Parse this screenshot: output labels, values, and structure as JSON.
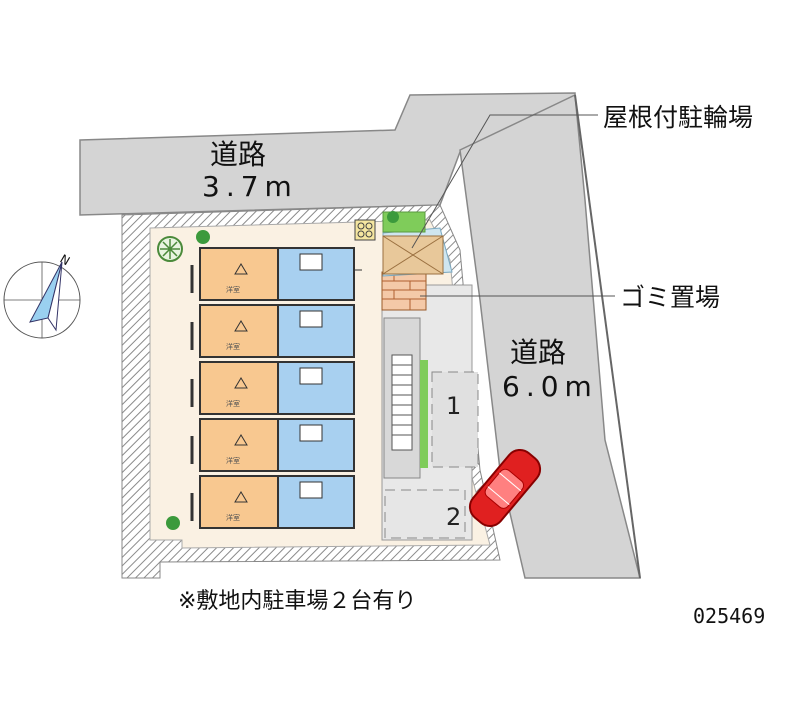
{
  "roads": {
    "north": {
      "name": "道路",
      "width": "3.7m"
    },
    "east": {
      "name": "道路",
      "width": "6.0m"
    }
  },
  "callouts": {
    "bicycle_parking": "屋根付駐輪場",
    "garbage_area": "ゴミ置場"
  },
  "parking": {
    "slot_1": "1",
    "slot_2": "2"
  },
  "note": "※敷地内駐車場２台有り",
  "property_code": "025469",
  "compass": {
    "north_label": "N"
  },
  "building": {
    "units_per_floor": 5,
    "unit_label": "洋室"
  },
  "colors": {
    "road": "#d4d4d4",
    "site": "#faf1e3",
    "wall": "#9a9a9a",
    "unit_room": "#f8c890",
    "unit_wet": "#a8d0f0",
    "green": "#7fcc5a",
    "car": "#e02020"
  }
}
